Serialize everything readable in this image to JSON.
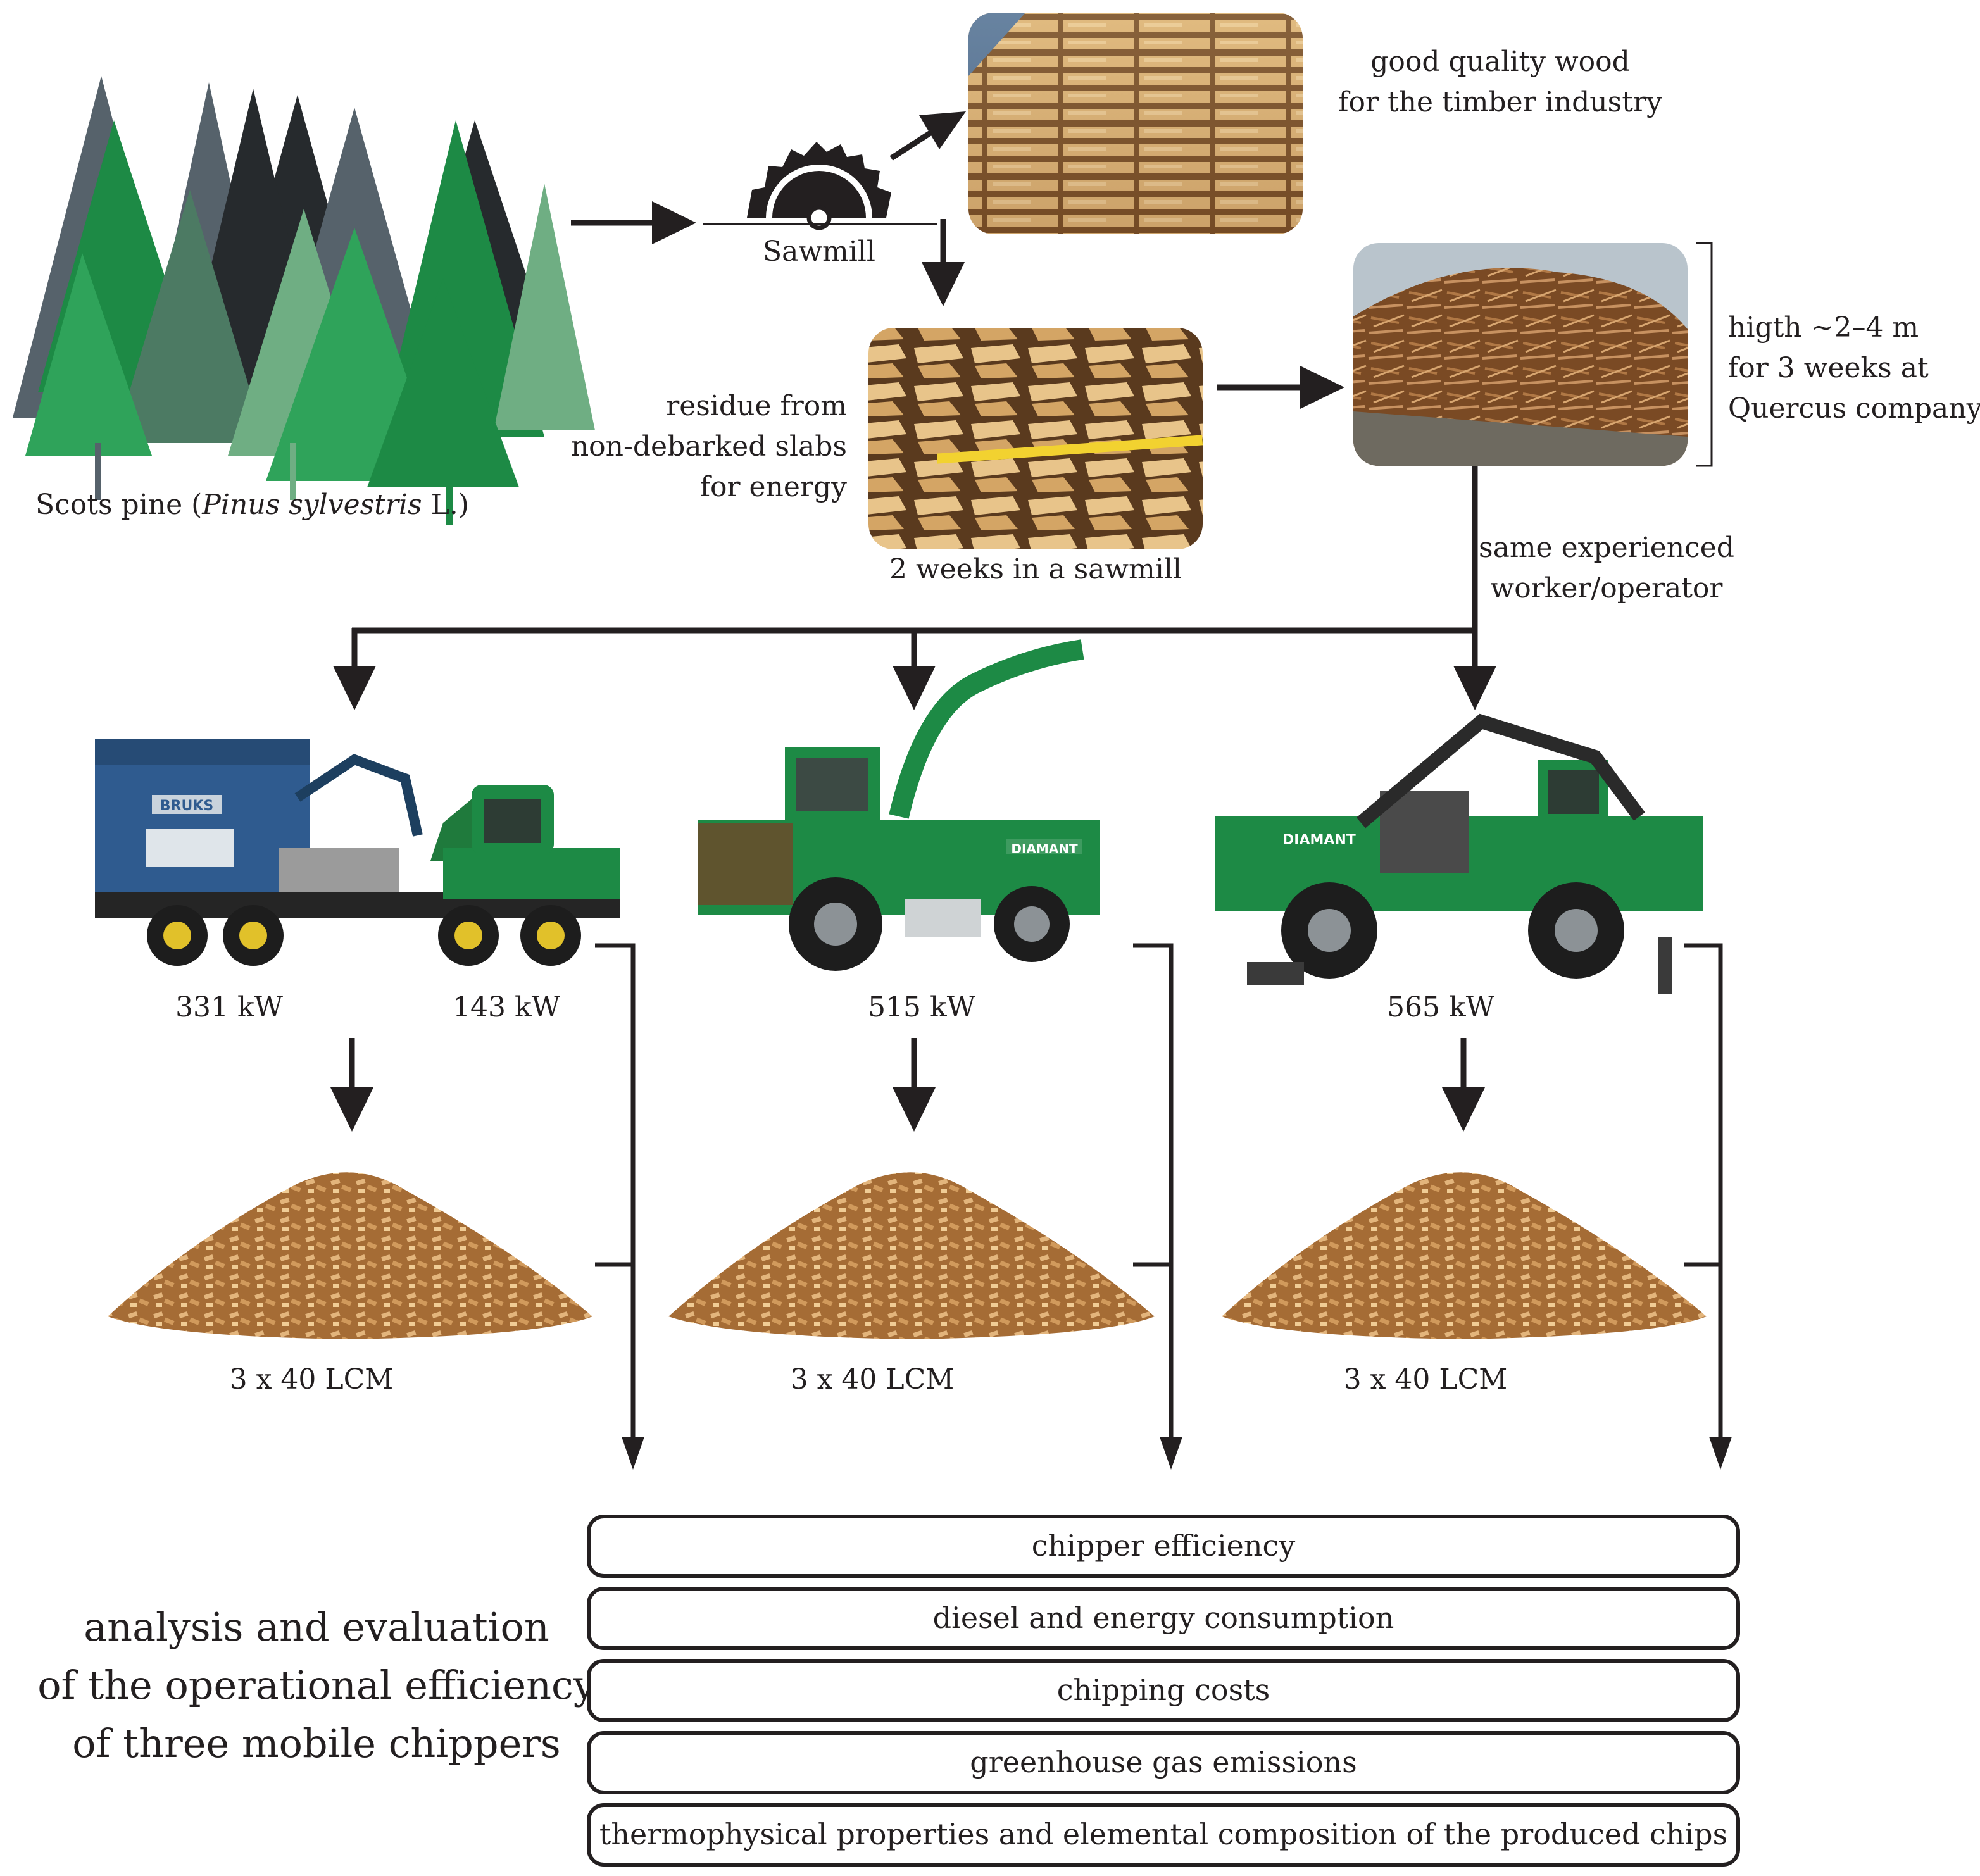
{
  "labels": {
    "forest_caption_prefix": "Scots pine (",
    "forest_caption_italic": "Pinus sylvestris",
    "forest_caption_suffix": " L.)",
    "sawmill": "Sawmill",
    "timber_line1": "good quality wood",
    "timber_line2": "for the timber industry",
    "residue_line1": "residue from",
    "residue_line2": "non-debarked slabs",
    "residue_line3": "for energy",
    "sawmill_storage": "2 weeks in a sawmill",
    "pile_line1": "higth ~2–4 m",
    "pile_line2": "for 3 weeks at",
    "pile_line3": "Quercus company",
    "operator_line1": "same experienced",
    "operator_line2": "worker/operator",
    "analysis_line1": "analysis and evaluation",
    "analysis_line2": "of the operational efficiency",
    "analysis_line3": "of three mobile chippers"
  },
  "chippers": [
    {
      "power_labels": [
        "331 kW",
        "143 kW"
      ],
      "chips": "3 x 40 LCM",
      "body_color": "#2f5b8f"
    },
    {
      "power_labels": [
        "515 kW"
      ],
      "chips": "3 x 40 LCM",
      "body_color": "#1d8a45"
    },
    {
      "power_labels": [
        "565 kW"
      ],
      "chips": "3 x 40 LCM",
      "body_color": "#1d8a45"
    }
  ],
  "vehicle_markings": [
    "BRUKS",
    "DIAMANT",
    "DIAMANT"
  ],
  "outcomes": [
    "chipper efficiency",
    "diesel and energy consumption",
    "chipping costs",
    "greenhouse gas emissions",
    "thermophysical properties and elemental composition of the produced chips"
  ],
  "colors": {
    "line": "#231f20",
    "tree_greens": [
      "#1d8a45",
      "#2fa35a",
      "#6fae83",
      "#4c7a63",
      "#56626b",
      "#262a2d"
    ],
    "wood": "#c99a5e",
    "chips": "#c8945e"
  }
}
